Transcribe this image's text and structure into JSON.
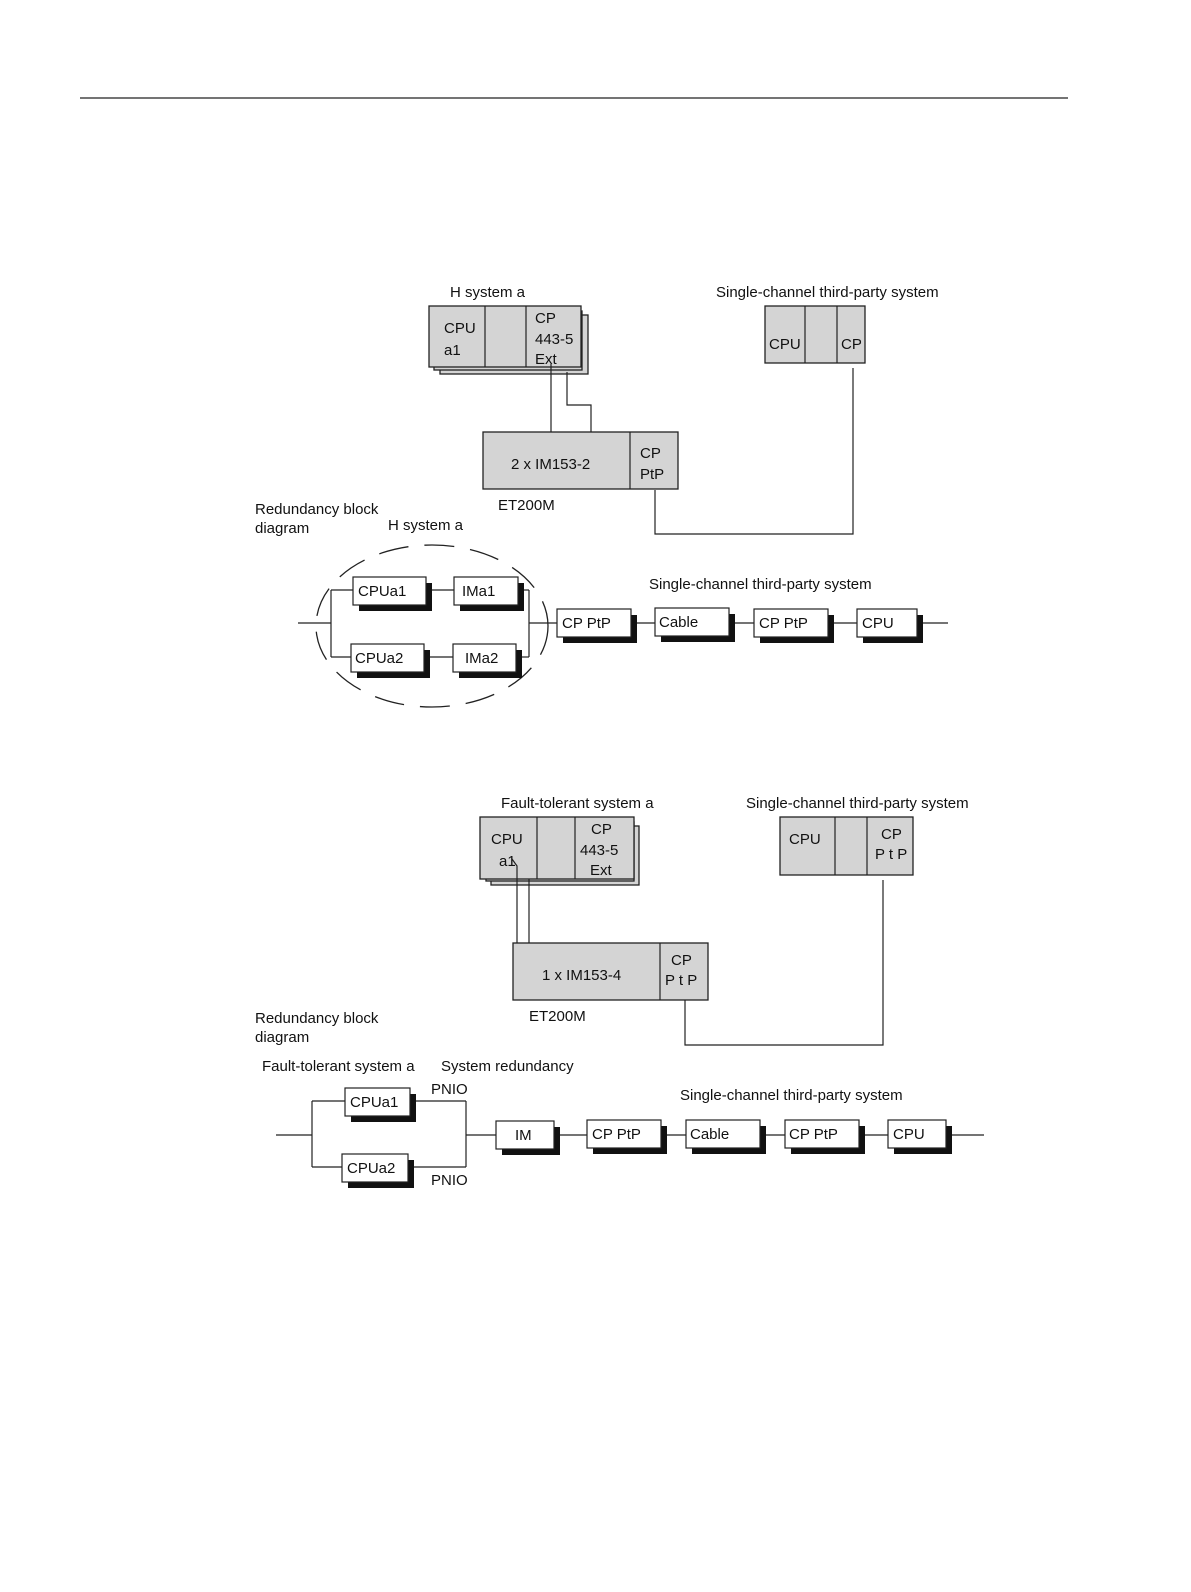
{
  "diagram1": {
    "h_system_label": "H system a",
    "third_party_label": "Single-channel third-party system",
    "cpu_a1_line1": "CPU",
    "cpu_a1_line2": "a1",
    "cp_line1": "CP",
    "cp_line2": "443-5",
    "cp_line3": "Ext",
    "tp_cpu": "CPU",
    "tp_cp": "CP",
    "im_label": "2 x IM153-2",
    "cp_ptp_line1": "CP",
    "cp_ptp_line2": "PtP",
    "et200m": "ET200M",
    "rbd_line1": "Redundancy block",
    "rbd_line2": "diagram",
    "rbd_h_system": "H system a",
    "rbd_third_party": "Single-channel third-party system",
    "blocks": {
      "cpua1": "CPUa1",
      "ima1": "IMa1",
      "cpua2": "CPUa2",
      "ima2": "IMa2",
      "cp_ptp_1": "CP PtP",
      "cable": "Cable",
      "cp_ptp_2": "CP PtP",
      "cpu": "CPU"
    }
  },
  "diagram2": {
    "ft_system_label": "Fault-tolerant system a",
    "third_party_label": "Single-channel third-party system",
    "cpu_a1_line1": "CPU",
    "cpu_a1_line2": "a1",
    "cp_line1": "CP",
    "cp_line2": "443-5",
    "cp_line3": "Ext",
    "tp_cpu": "CPU",
    "tp_cp_line1": "CP",
    "tp_cp_line2": "P t P",
    "im_label": "1 x IM153-4",
    "cp_ptp_line1": "CP",
    "cp_ptp_line2": "P t P",
    "et200m": "ET200M",
    "rbd_line1": "Redundancy block",
    "rbd_line2": "diagram",
    "rbd_ft_system": "Fault-tolerant system a",
    "rbd_system_redundancy": "System redundancy",
    "pnio_top": "PNIO",
    "pnio_bottom": "PNIO",
    "rbd_third_party": "Single-channel third-party system",
    "blocks": {
      "cpua1": "CPUa1",
      "cpua2": "CPUa2",
      "im": "IM",
      "cp_ptp_1": "CP PtP",
      "cable": "Cable",
      "cp_ptp_2": "CP PtP",
      "cpu": "CPU"
    }
  }
}
